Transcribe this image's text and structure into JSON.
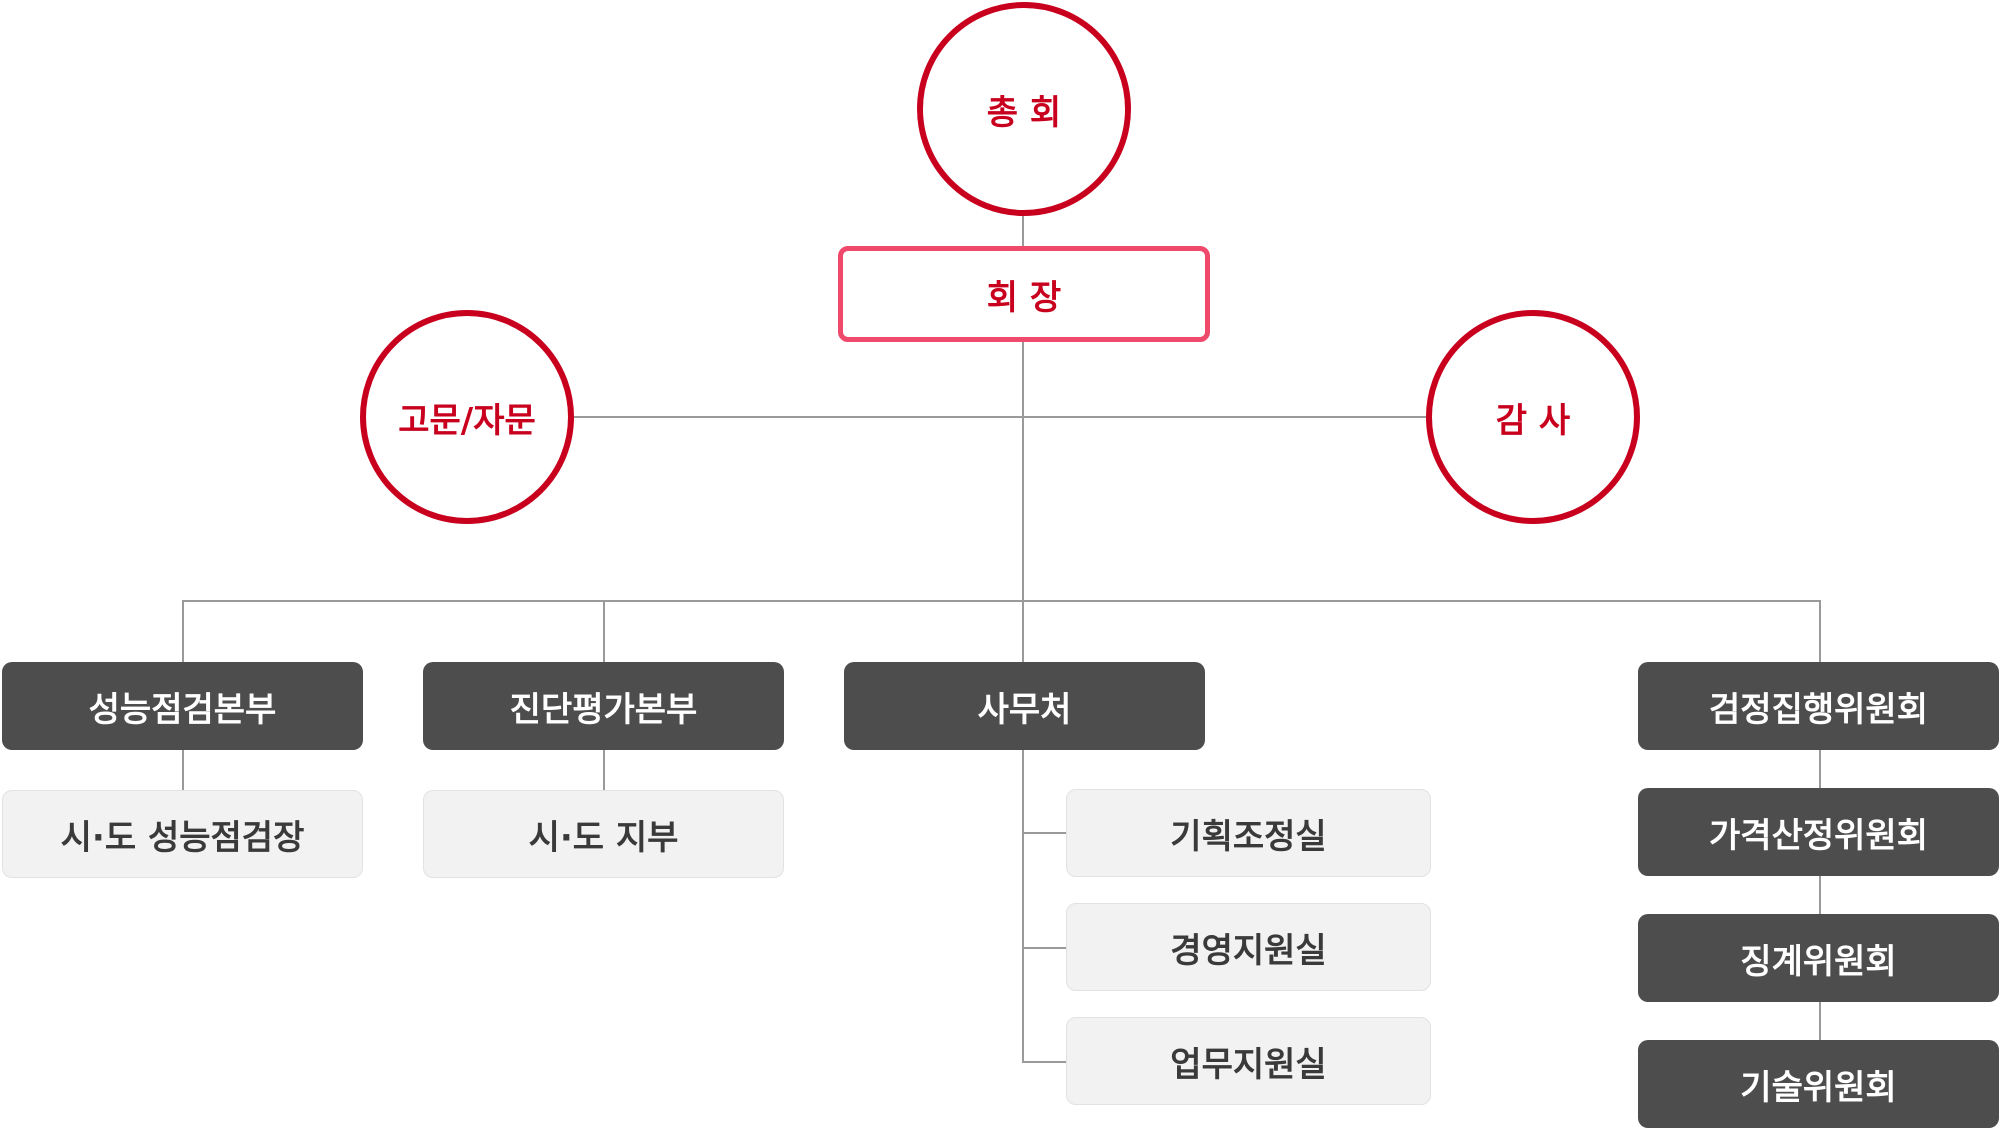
{
  "org_chart": {
    "general_assembly": "총 회",
    "president": "회 장",
    "advisory": "고문/자문",
    "auditor": "감 사",
    "divisions": [
      {
        "title": "성능점검본부",
        "sub": "시·도 성능점검장"
      },
      {
        "title": "진단평가본부",
        "sub": "시·도 지부"
      },
      {
        "title": "사무처"
      }
    ],
    "secretariat_units": [
      "기획조정실",
      "경영지원실",
      "업무지원실"
    ],
    "committees": [
      "검정집행위원회",
      "가격산정위원회",
      "징계위원회",
      "기술위원회"
    ]
  }
}
